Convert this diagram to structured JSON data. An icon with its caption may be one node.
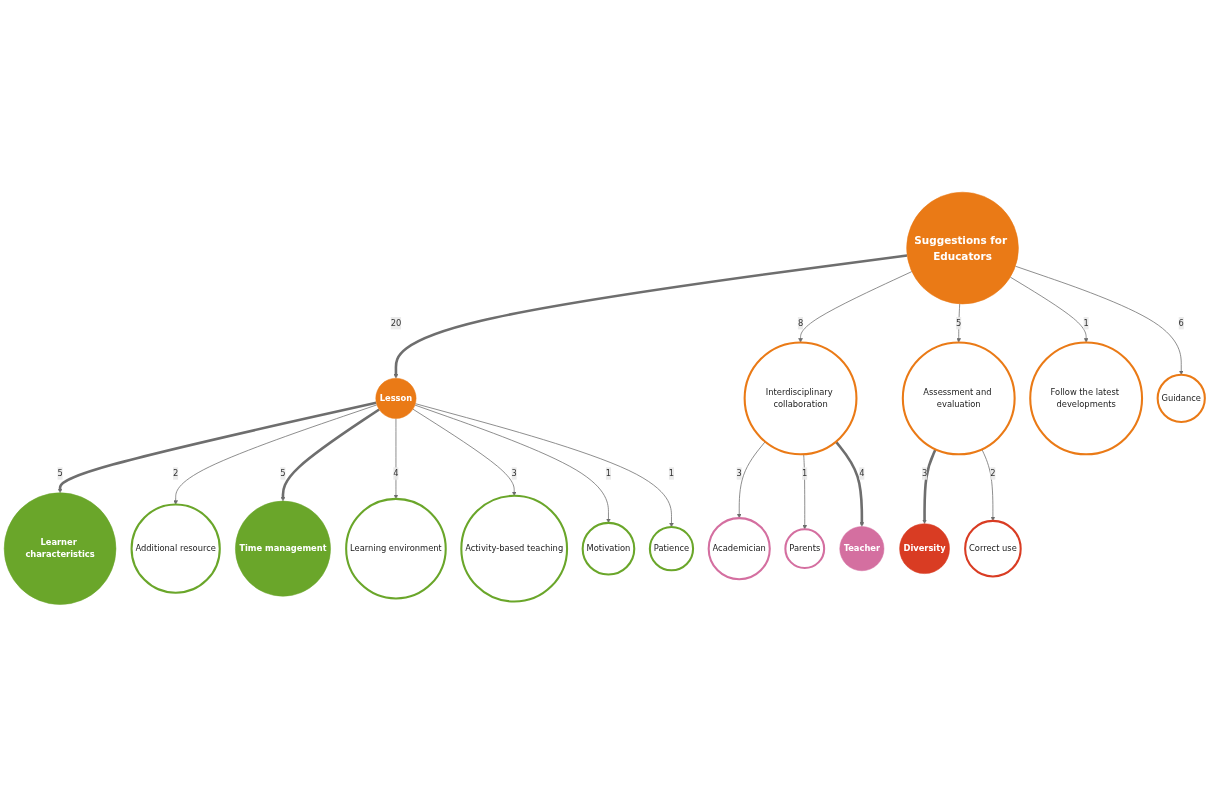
{
  "diagram": {
    "nodes": [
      {
        "text": [
          "Learner characteristics"
        ]
      },
      {
        "text": [
          "Academician"
        ]
      },
      {
        "text": [
          "Teacher"
        ]
      },
      {
        "text": [
          "Additional resource"
        ]
      },
      {
        "text": [
          "Parents"
        ]
      },
      {
        "text": [
          "Interdisciplinary collaboration"
        ]
      },
      {
        "text": [
          "Diversity"
        ]
      },
      {
        "text": [
          "Lesson"
        ]
      },
      {
        "text": [
          "Time management"
        ]
      },
      {
        "text": [
          "Assessment and evaluation"
        ]
      },
      {
        "text": [
          "Suggestions for Educators"
        ]
      },
      {
        "text": [
          "Patience"
        ]
      },
      {
        "text": [
          "Learning environment"
        ]
      },
      {
        "text": [
          "Activity-based teaching"
        ]
      },
      {
        "text": [
          "Motivation"
        ]
      },
      {
        "text": [
          "Correct use"
        ]
      },
      {
        "text": [
          "Follow the latest developments"
        ]
      },
      {
        "text": [
          "Guidance"
        ]
      }
    ],
    "edges": [
      {
        "from": 10,
        "to": 7,
        "arrow": "to",
        "label": "20",
        "style": "thick"
      },
      {
        "from": 10,
        "to": 5,
        "arrow": "to",
        "label": "8"
      },
      {
        "from": 10,
        "to": 9,
        "arrow": "to",
        "label": "5"
      },
      {
        "from": 10,
        "to": 16,
        "arrow": "to",
        "label": "1"
      },
      {
        "from": 10,
        "to": 17,
        "arrow": "to",
        "label": "6"
      },
      {
        "from": 7,
        "to": 0,
        "arrow": "to",
        "label": "5",
        "style": "thick"
      },
      {
        "from": 7,
        "to": 3,
        "arrow": "to",
        "label": "2"
      },
      {
        "from": 7,
        "to": 8,
        "arrow": "to",
        "label": "5",
        "style": "thick"
      },
      {
        "from": 7,
        "to": 12,
        "arrow": "to",
        "label": "4"
      },
      {
        "from": 7,
        "to": 13,
        "arrow": "to",
        "label": "3"
      },
      {
        "from": 7,
        "to": 14,
        "arrow": "to",
        "label": "1"
      },
      {
        "from": 7,
        "to": 11,
        "arrow": "to",
        "label": "1"
      },
      {
        "from": 5,
        "to": 1,
        "arrow": "to",
        "label": "3"
      },
      {
        "from": 5,
        "to": 4,
        "arrow": "to",
        "label": "1"
      },
      {
        "from": 5,
        "to": 2,
        "arrow": "to",
        "label": "4",
        "style": "thick"
      },
      {
        "from": 9,
        "to": 6,
        "arrow": "to",
        "label": "3",
        "style": "thick"
      },
      {
        "from": 9,
        "to": 15,
        "arrow": "to",
        "label": "2"
      }
    ]
  }
}
